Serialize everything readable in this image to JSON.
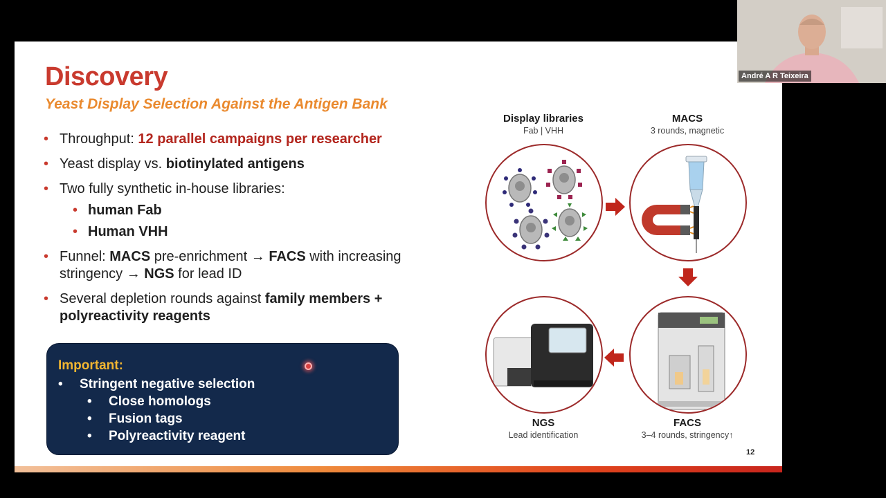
{
  "slide": {
    "title": "Discovery",
    "subtitle": "Yeast Display Selection Against the Antigen Bank",
    "page_number": "12",
    "bullets": {
      "b1_prefix": "Throughput: ",
      "b1_highlight": "12 parallel campaigns per researcher",
      "b2_prefix": "Yeast display vs. ",
      "b2_bold": "biotinylated antigens",
      "b3": "Two fully synthetic in-house libraries:",
      "b3_sub1": "human Fab",
      "b3_sub2": "Human VHH",
      "b4_a": "Funnel: ",
      "b4_b": "MACS",
      "b4_c": " pre-enrichment → ",
      "b4_d": "FACS",
      "b4_e": " with increasing stringency → ",
      "b4_f": "NGS",
      "b4_g": " for lead ID",
      "b5_prefix": "Several depletion rounds against ",
      "b5_bold": "family members + polyreactivity reagents"
    },
    "important": {
      "heading": "Important:",
      "item": "Stringent negative selection",
      "subitems": [
        "Close homologs",
        "Fusion tags",
        "Polyreactivity reagent"
      ]
    },
    "diagram": {
      "display": {
        "title": "Display libraries",
        "sub": "Fab | VHH"
      },
      "macs": {
        "title": "MACS",
        "sub": "3 rounds, magnetic"
      },
      "ngs": {
        "title": "NGS",
        "sub": "Lead identification"
      },
      "facs": {
        "title": "FACS",
        "sub": "3–4 rounds, stringency↑"
      }
    }
  },
  "video": {
    "participant_name": "André A R Teixeira"
  },
  "colors": {
    "title_red": "#c93a2e",
    "subtitle_orange": "#ea8a2f",
    "important_bg": "#13294b",
    "important_heading": "#f2b631",
    "arrow_red": "#c0261c"
  }
}
